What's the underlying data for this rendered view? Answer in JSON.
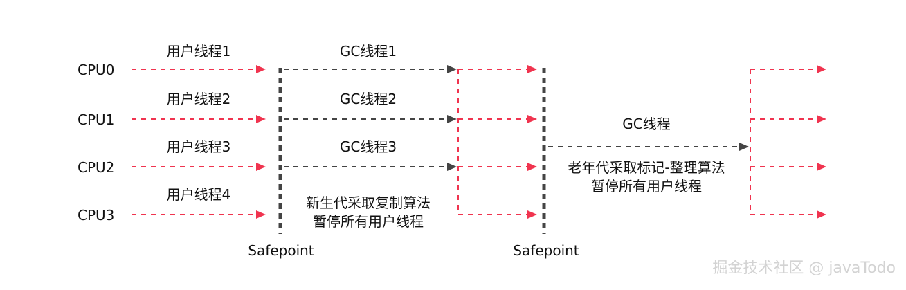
{
  "cpus": [
    "CPU0",
    "CPU1",
    "CPU2",
    "CPU3"
  ],
  "user_threads": [
    "用户线程1",
    "用户线程2",
    "用户线程3",
    "用户线程4"
  ],
  "gc_threads": [
    "GC线程1",
    "GC线程2",
    "GC线程3"
  ],
  "young_gen_note": [
    "新生代采取复制算法",
    "暂停所有用户线程"
  ],
  "safepoint_label": "Safepoint",
  "old_gc": {
    "thread_label": "GC线程",
    "note": [
      "老年代采取标记-整理算法",
      "暂停所有用户线程"
    ]
  },
  "watermark": "掘金技术社区 @ javaTodo",
  "colors": {
    "user_arrow": "#f0344f",
    "gc_arrow": "#444444",
    "safepoint": "#444444"
  }
}
